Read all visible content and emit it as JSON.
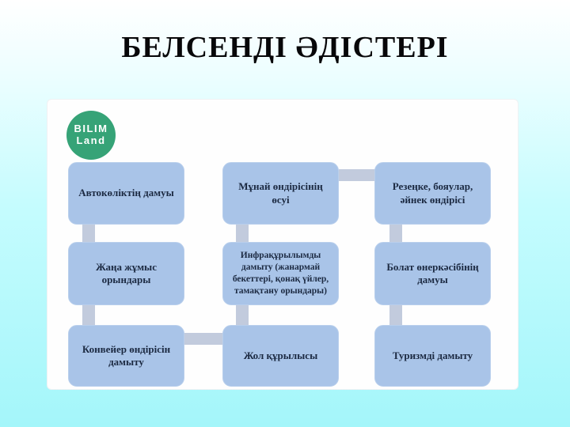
{
  "title": "БЕЛСЕНДІ ӘДІСТЕРІ",
  "logo": {
    "line1": "BILIM",
    "line2": "Land"
  },
  "diagram": {
    "boxes": [
      {
        "label": "Автокөліктің дамуы"
      },
      {
        "label": "Мұнай өндірісінің өсуі"
      },
      {
        "label": "Резеңке, бояулар, әйнек өндірісі"
      },
      {
        "label": "Жаңа жұмыс орындары"
      },
      {
        "label": "Инфрақұрылымды дамыту (жанармай бекеттері, қонақ үйлер, тамақтану орындары)"
      },
      {
        "label": "Болат өнеркәсібінің дамуы"
      },
      {
        "label": "Конвейер өндірісін дамыту"
      },
      {
        "label": "Жол құрылысы"
      },
      {
        "label": "Туризмді дамыту"
      }
    ],
    "connections": [
      "box1-box4",
      "box4-box7",
      "box7-box8",
      "box2-box5",
      "box5-box8",
      "box2-box3",
      "box3-box6",
      "box6-box9"
    ]
  },
  "colors": {
    "box_fill": "#a9c4e8",
    "box_text": "#1c2a42",
    "connector": "#c2cbdd",
    "logo_green": "#36a377",
    "background_top": "#ffffff",
    "background_bottom": "#a4f6fa",
    "panel": "#fefefe",
    "title_color": "#070709"
  }
}
